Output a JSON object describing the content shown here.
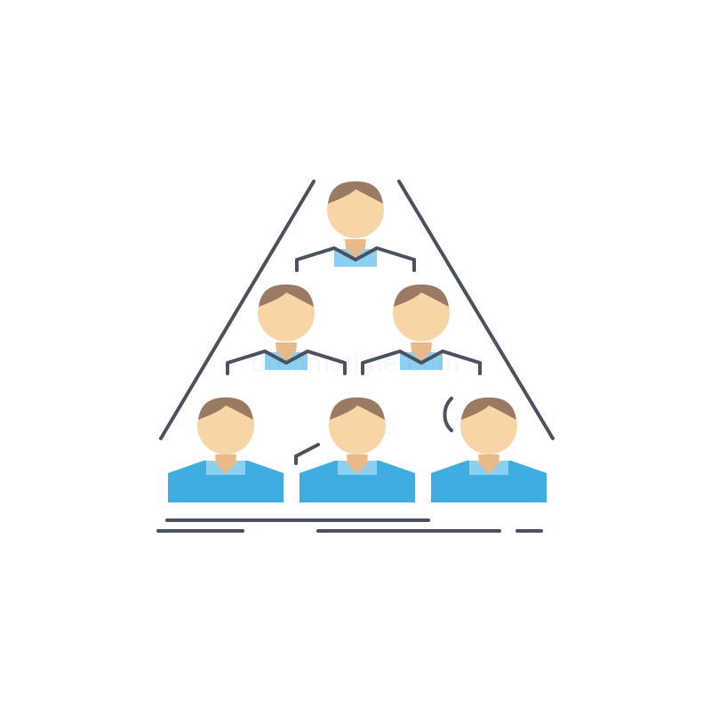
{
  "icon": {
    "name": "team-pyramid-hierarchy-icon",
    "style": "flat color",
    "figure_count": 6,
    "tiers": [
      1,
      2,
      3
    ],
    "colors": {
      "outline": "#4b525e",
      "skin": "#f8d5a7",
      "skin_shade": "#e9b989",
      "hair": "#9a7a62",
      "collar": "#8cd0f1",
      "shirt": "#40ade0",
      "background": "#ffffff"
    }
  },
  "watermark": {
    "text": "dreamstime.com",
    "color": "#5a5a5a"
  }
}
